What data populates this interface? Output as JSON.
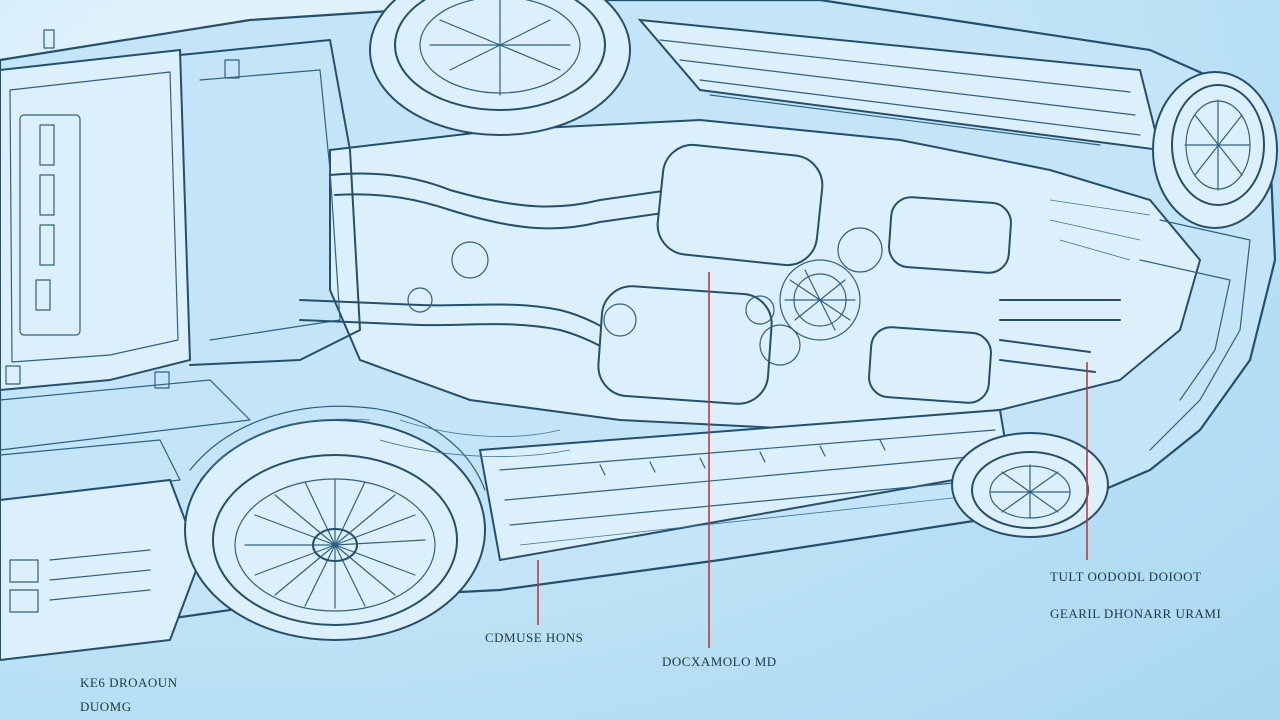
{
  "diagram": {
    "subject": "car underbody chassis line drawing",
    "palette": {
      "background": "#bfe3f6",
      "ink": "#22506d",
      "leader_lines": "#c4373c",
      "label_text": "#1e3748"
    },
    "labels": {
      "bottom_left_line1": "KE6 DROAOUN",
      "bottom_left_line2": "DUOMG",
      "center_left": "CDMUSE HONS",
      "center": "DOCXAMOLO MD",
      "right_upper": "TULT OODODL DOIOOT",
      "right_lower": "GEARIL DHONARR URAMI"
    }
  }
}
